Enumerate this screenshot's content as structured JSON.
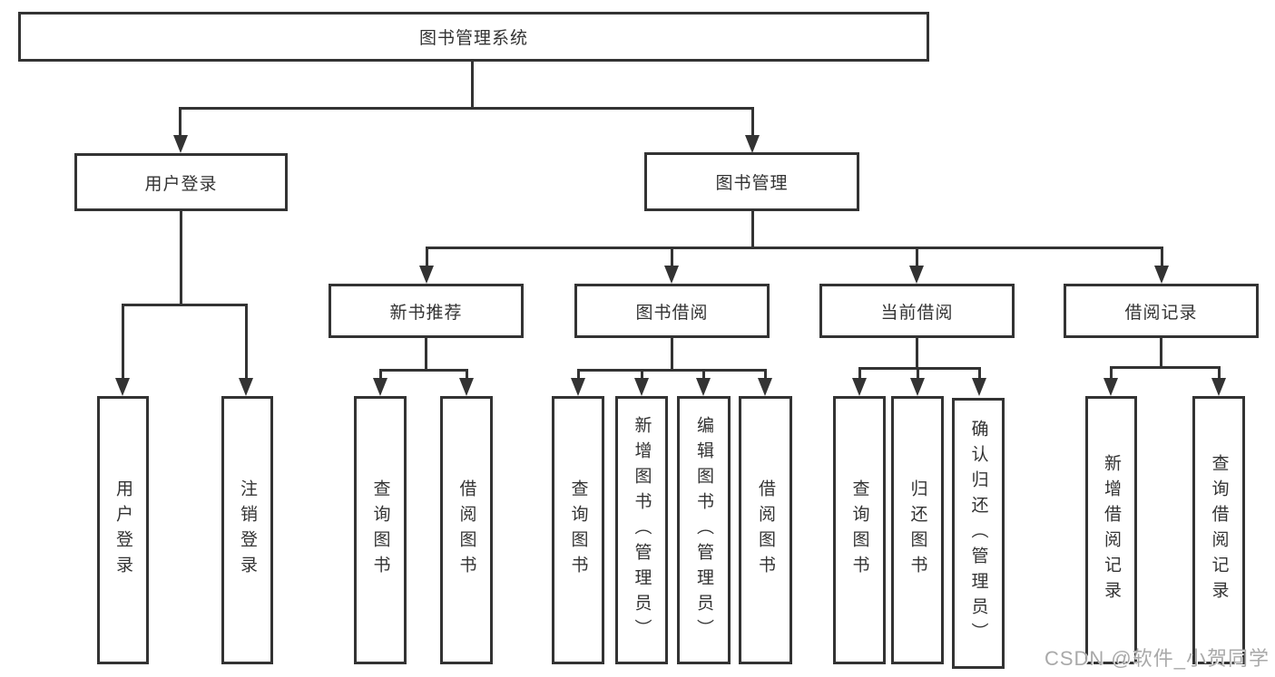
{
  "nodes": {
    "root": "图书管理系统",
    "user_login_group": "用户登录",
    "book_mgmt": "图书管理",
    "new_book_rec": "新书推荐",
    "book_borrow": "图书借阅",
    "current_borrow": "当前借阅",
    "borrow_records": "借阅记录",
    "leaf_user_login": "用户登录",
    "leaf_logout": "注销登录",
    "leaf_nb_query": "查询图书",
    "leaf_nb_borrow": "借阅图书",
    "leaf_bb_query": "查询图书",
    "leaf_bb_add": "新增图书（管理员）",
    "leaf_bb_edit": "编辑图书（管理员）",
    "leaf_bb_borrow": "借阅图书",
    "leaf_cb_query": "查询图书",
    "leaf_cb_return": "归还图书",
    "leaf_cb_confirm": "确认归还（管理员）",
    "leaf_br_add": "新增借阅记录",
    "leaf_br_query": "查询借阅记录"
  },
  "watermark": "CSDN @软件_小贺同学",
  "colors": {
    "line": "#333333",
    "text": "#333333",
    "watermark": "#a9a9a9",
    "background": "#ffffff"
  }
}
